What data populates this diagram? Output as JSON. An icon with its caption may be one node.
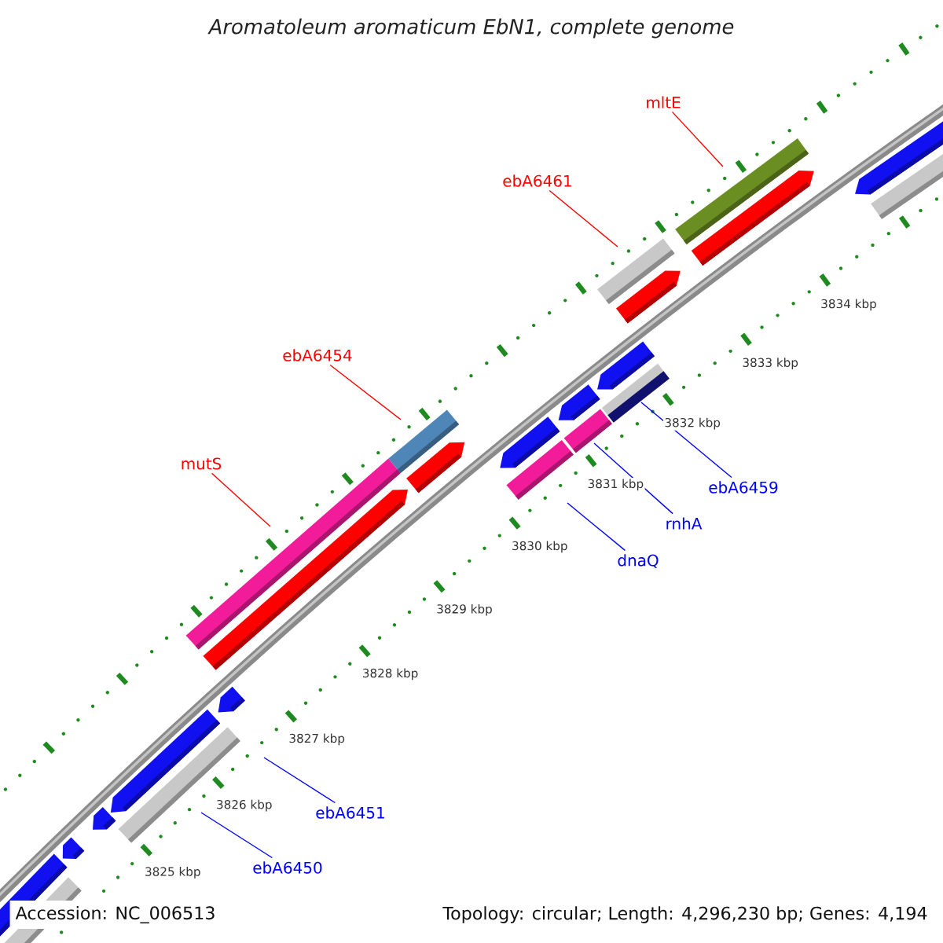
{
  "diagram": {
    "title": "Aromatoleum aromaticum EbN1, complete genome",
    "nodes": [
      {
        "text": [
          "mltE"
        ]
      },
      {
        "text": [
          "ebA6461"
        ]
      },
      {
        "text": [
          "ebA6454"
        ]
      },
      {
        "text": [
          "mutS"
        ]
      },
      {
        "text": [
          "ebA6459"
        ]
      },
      {
        "text": [
          "rnhA"
        ]
      },
      {
        "text": [
          "dnaQ"
        ]
      },
      {
        "text": [
          "ebA6451"
        ]
      },
      {
        "text": [
          "ebA6450"
        ]
      }
    ],
    "edges": [
      {
        "from": 0,
        "to": null,
        "arrow": "none",
        "color": "#ff0000"
      },
      {
        "from": 1,
        "to": null,
        "arrow": "none",
        "color": "#ff0000"
      },
      {
        "from": 2,
        "to": null,
        "arrow": "none",
        "color": "#ff0000"
      },
      {
        "from": 3,
        "to": null,
        "arrow": "none",
        "color": "#ff0000"
      },
      {
        "from": 4,
        "to": null,
        "arrow": "none"
      },
      {
        "from": 5,
        "to": null,
        "arrow": "none"
      },
      {
        "from": 6,
        "to": null,
        "arrow": "none"
      },
      {
        "from": 7,
        "to": null,
        "arrow": "none"
      },
      {
        "from": 8,
        "to": null,
        "arrow": "none"
      }
    ],
    "labels": [
      "3834 kbp",
      "3833 kbp",
      "3832 kbp",
      "3831 kbp",
      "3830 kbp",
      "3829 kbp",
      "3828 kbp",
      "3827 kbp",
      "3826 kbp",
      "3825 kbp",
      "Accession: NC_006513",
      "Topology: circular; Length: 4,296,230 bp; Genes: 4,194"
    ]
  }
}
